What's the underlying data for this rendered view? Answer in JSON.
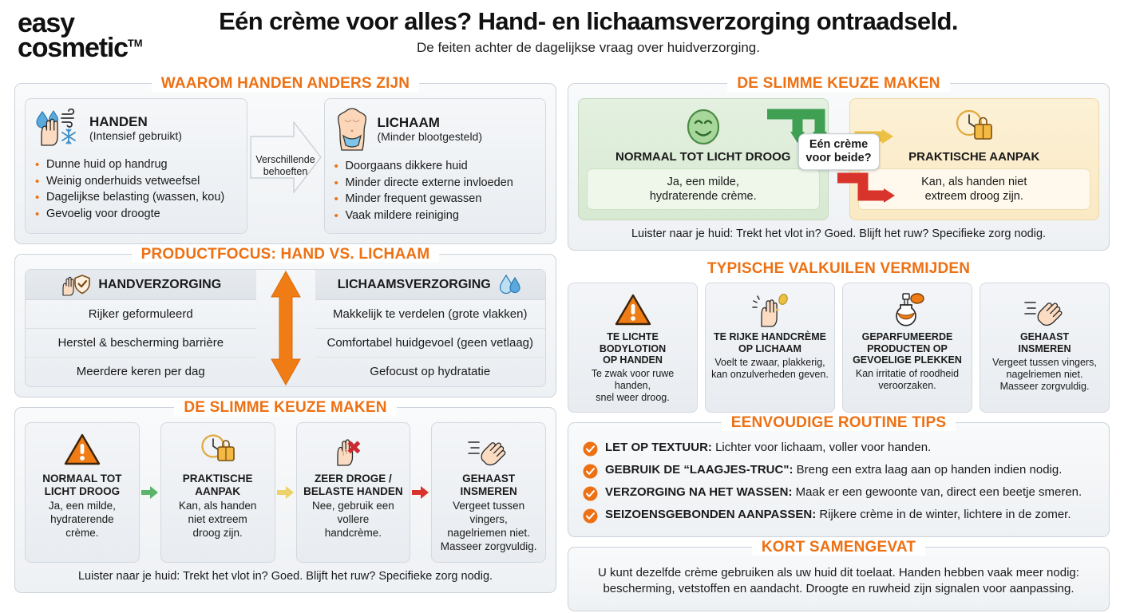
{
  "brand": {
    "line1": "easy",
    "line2": "cosmetic",
    "tm": "TM"
  },
  "header": {
    "title": "Eén crème voor alles? Hand- en lichaamsverzorging ontraadseld.",
    "subtitle": "De feiten achter de dagelijkse vraag over huidverzorging."
  },
  "accent": {
    "orange": "#ed7013",
    "green": "#3aa355",
    "yellow": "#e8c24a",
    "red": "#d8342c",
    "skin": "#fbdcc2",
    "blue": "#4da3d9"
  },
  "section_hands": {
    "title": "WAAROM HANDEN ANDERS ZIJN",
    "left": {
      "name": "HANDEN",
      "sub": "(Intensief gebruikt)",
      "bullets": [
        "Dunne huid op handrug",
        "Weinig onderhuids vetweefsel",
        "Dagelijkse belasting (wassen, kou)",
        "Gevoelig voor droogte"
      ]
    },
    "middle_label_1": "Verschillende",
    "middle_label_2": "behoeften",
    "right": {
      "name": "LICHAAM",
      "sub": "(Minder blootgesteld)",
      "bullets": [
        "Doorgaans dikkere huid",
        "Minder directe externe invloeden",
        "Minder frequent gewassen",
        "Vaak mildere reiniging"
      ]
    }
  },
  "section_focus": {
    "title": "PRODUCTFOCUS: HAND VS. LICHAAM",
    "left_head": "HANDVERZORGING",
    "right_head": "LICHAAMSVERZORGING",
    "left_items": [
      "Rijker geformuleerd",
      "Herstel & bescherming barrière",
      "Meerdere keren per dag"
    ],
    "right_items": [
      "Makkelijk te verdelen (grote vlakken)",
      "Comfortabel huidgevoel (geen vetlaag)",
      "Gefocust op hydratatie"
    ]
  },
  "section_flow": {
    "title": "DE SLIMME KEUZE MAKEN",
    "steps": [
      {
        "title": "NORMAAL TOT\nLICHT DROOG",
        "desc": "Ja, een milde,\nhydraterende\ncrème.",
        "icon": "warning-triangle-icon"
      },
      {
        "title": "PRAKTISCHE\nAANPAK",
        "desc": "Kan, als handen\nniet extreem\ndroog zijn.",
        "icon": "clock-suitcase-icon"
      },
      {
        "title": "ZEER DROGE /\nBELASTE HANDEN",
        "desc": "Nee, gebruik een\nvollere\nhandcrème.",
        "icon": "hand-cross-icon"
      },
      {
        "title": "GEHAAST\nINSMEREN",
        "desc": "Vergeet tussen vingers,\nnagelriemen niet.\nMasseer zorgvuldig.",
        "icon": "rushing-hand-icon"
      }
    ],
    "footnote": "Luister naar je huid: Trekt het vlot in? Goed. Blijft het ruw? Specifieke zorg nodig."
  },
  "section_choice": {
    "title": "DE SLIMME KEUZE MAKEN",
    "badge": "Eén crème\nvoor beide?",
    "left": {
      "title": "NORMAAL TOT LICHT DROOG",
      "body": "Ja, een milde,\nhydraterende crème.",
      "icon": "smiley-face-icon"
    },
    "right": {
      "title": "PRAKTISCHE AANPAK",
      "body": "Kan, als handen niet\nextreem droog zijn.",
      "icon": "clock-suitcase-icon"
    },
    "footnote": "Luister naar je huid: Trekt het vlot in? Goed. Blijft het ruw? Specifieke zorg nodig."
  },
  "section_pitfalls": {
    "title": "TYPISCHE VALKUILEN VERMIJDEN",
    "cards": [
      {
        "title": "TE LICHTE BODYLOTION\nOP HANDEN",
        "desc": "Te zwak voor ruwe handen,\nsnel weer droog.",
        "icon": "warning-triangle-icon"
      },
      {
        "title": "TE RIJKE HANDCRÈME\nOP LICHAAM",
        "desc": "Voelt te zwaar, plakkerig,\nkan onzulverheden geven.",
        "icon": "greasy-hand-icon"
      },
      {
        "title": "GEPARFUMEERDE\nPRODUCTEN OP\nGEVOELIGE PLEKKEN",
        "desc": "Kan irritatie of roodheid\nveroorzaken.",
        "icon": "perfume-bottle-icon"
      },
      {
        "title": "GEHAAST\nINSMEREN",
        "desc": "Vergeet tussen vingers,\nnagelriemen niet.\nMasseer zorgvuldig.",
        "icon": "rushing-hand-icon"
      }
    ]
  },
  "section_tips": {
    "title": "EENVOUDIGE ROUTINE TIPS",
    "items": [
      {
        "label": "LET OP TEXTUUR:",
        "text": " Lichter voor lichaam, voller voor handen."
      },
      {
        "label": "GEBRUIK DE “LAAGJES-TRUC\":",
        "text": " Breng een extra laag aan op handen indien nodig."
      },
      {
        "label": "VERZORGING NA HET WASSEN:",
        "text": " Maak er een gewoonte van, direct een beetje smeren."
      },
      {
        "label": "SEIZOENSGEBONDEN AANPASSEN:",
        "text": " Rijkere crème in de winter, lichtere in de zomer."
      }
    ]
  },
  "section_summary": {
    "title": "KORT SAMENGEVAT",
    "text": "U kunt dezelfde crème gebruiken als uw huid dit toelaat. Handen hebben vaak meer nodig: bescherming, vetstoffen en aandacht. Droogte en ruwheid zijn signalen voor aanpassing."
  }
}
